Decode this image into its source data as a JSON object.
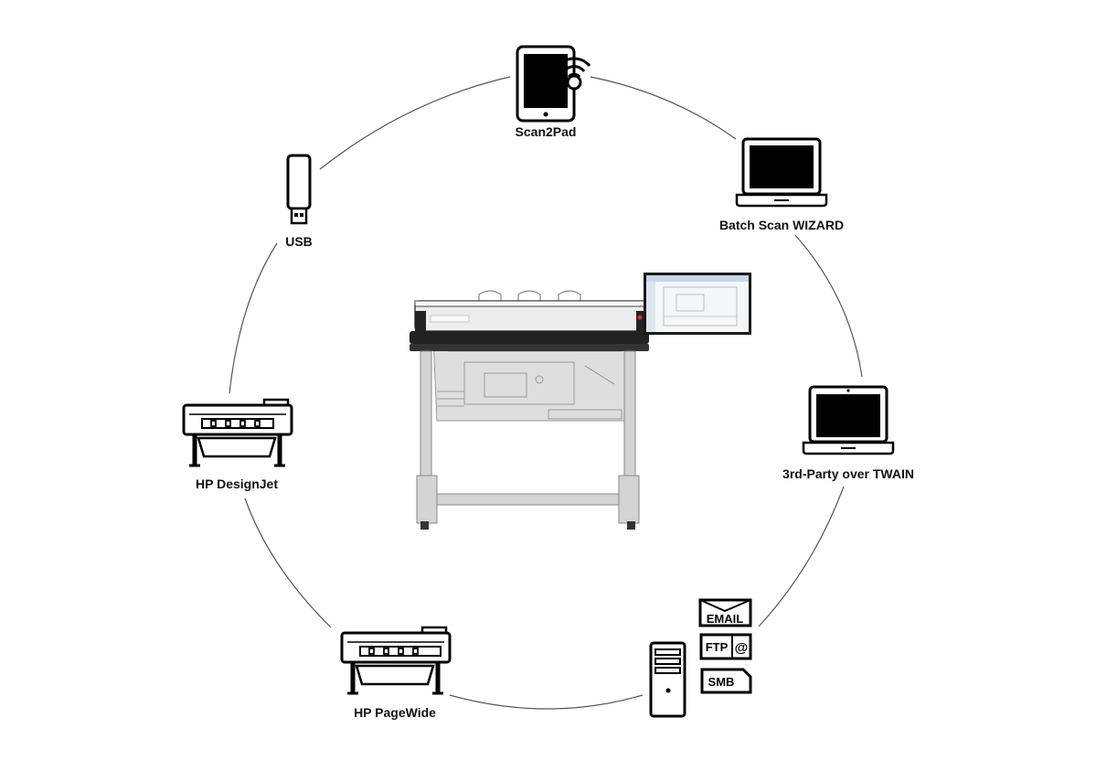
{
  "nodes": {
    "scan2pad": "Scan2Pad",
    "batch_scan_wizard": "Batch Scan WIZARD",
    "twain": "3rd-Party over TWAIN",
    "hp_pagewide": "HP PageWide",
    "hp_designjet": "HP DesignJet",
    "usb": "USB"
  },
  "network_badges": {
    "email": "EMAIL",
    "ftp": "FTP",
    "at": "@",
    "smb": "SMB"
  },
  "colors": {
    "line": "#555555",
    "device_fill": "#000000",
    "scanner_body": "#e9e9e9",
    "stand": "#c8c8c8"
  },
  "icons": {
    "scan2pad": "tablet-wifi-icon",
    "batch_scan_wizard": "laptop-icon",
    "twain": "laptop-icon",
    "network": "desktop-tower-icon",
    "hp_pagewide": "plotter-printer-icon",
    "hp_designjet": "plotter-printer-icon",
    "usb": "usb-stick-icon",
    "center": "wide-format-scanner-icon"
  }
}
